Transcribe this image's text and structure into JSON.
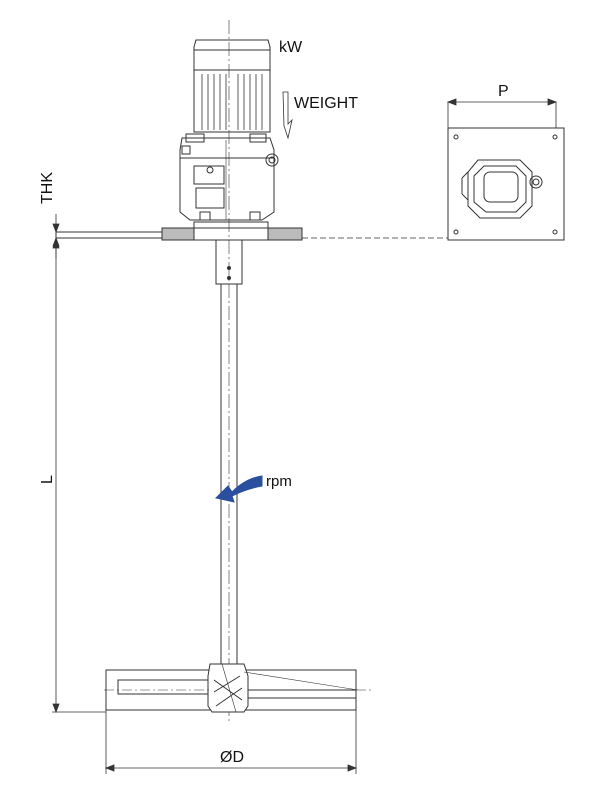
{
  "labels": {
    "power": "kW",
    "weight": "WEIGHT",
    "flange_pitch": "P",
    "flange_thickness": "THK",
    "shaft_length": "L",
    "speed": "rpm",
    "impeller_diameter": "ØD"
  },
  "colors": {
    "line": "#333333",
    "light_line": "#555555",
    "rotation_arrow": "#2a4f9e"
  }
}
